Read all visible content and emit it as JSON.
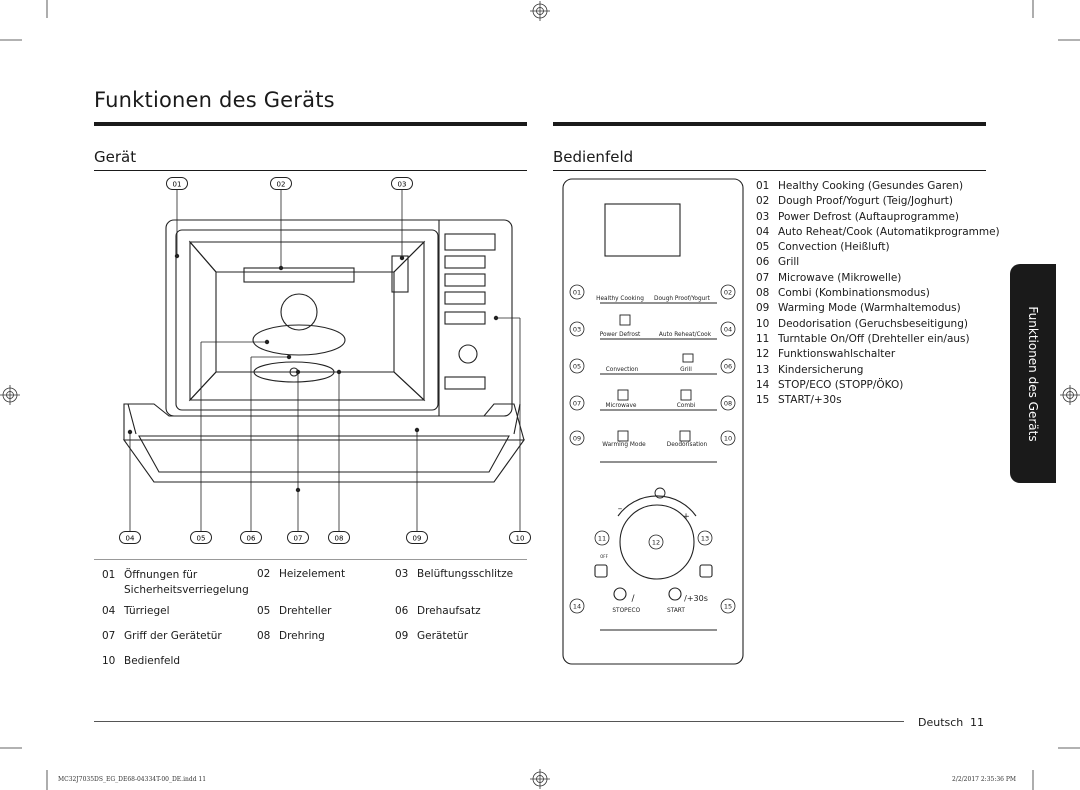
{
  "page_title": "Funktionen des Geräts",
  "device_heading": "Gerät",
  "panel_heading": "Bedienfeld",
  "side_tab_label": "Funktionen des Geräts",
  "device_callouts_top": [
    "01",
    "02",
    "03"
  ],
  "device_callouts_bottom": [
    "04",
    "05",
    "06",
    "07",
    "08",
    "09",
    "10"
  ],
  "device_legend": [
    {
      "num": "01",
      "label": "Öffnungen für",
      "label2": "Sicherheitsverriegelung"
    },
    {
      "num": "02",
      "label": "Heizelement"
    },
    {
      "num": "03",
      "label": "Belüftungsschlitze"
    },
    {
      "num": "04",
      "label": "Türriegel"
    },
    {
      "num": "05",
      "label": "Drehteller"
    },
    {
      "num": "06",
      "label": "Drehaufsatz"
    },
    {
      "num": "07",
      "label": "Griff der Gerätetür"
    },
    {
      "num": "08",
      "label": "Drehring"
    },
    {
      "num": "09",
      "label": "Gerätetür"
    },
    {
      "num": "10",
      "label": "Bedienfeld"
    }
  ],
  "panel_legend": [
    {
      "num": "01",
      "label": "Healthy Cooking (Gesundes Garen)"
    },
    {
      "num": "02",
      "label": "Dough Proof/Yogurt (Teig/Joghurt)"
    },
    {
      "num": "03",
      "label": "Power Defrost (Auftauprogramme)"
    },
    {
      "num": "04",
      "label": "Auto Reheat/Cook (Automatikprogramme)"
    },
    {
      "num": "05",
      "label": "Convection (Heißluft)"
    },
    {
      "num": "06",
      "label": "Grill"
    },
    {
      "num": "07",
      "label": "Microwave (Mikrowelle)"
    },
    {
      "num": "08",
      "label": "Combi (Kombinationsmodus)"
    },
    {
      "num": "09",
      "label": "Warming Mode (Warmhaltemodus)"
    },
    {
      "num": "10",
      "label": "Deodorisation (Geruchsbeseitigung)"
    },
    {
      "num": "11",
      "label": "Turntable On/Off (Drehteller ein/aus)"
    },
    {
      "num": "12",
      "label": "Funktionswahlschalter"
    },
    {
      "num": "13",
      "label": "Kindersicherung"
    },
    {
      "num": "14",
      "label": "STOP/ECO (STOPP/ÖKO)"
    },
    {
      "num": "15",
      "label": "START/+30s"
    }
  ],
  "panel_buttons": {
    "b01": "01",
    "b02": "02",
    "b03": "03",
    "b04": "04",
    "b05": "05",
    "b06": "06",
    "b07": "07",
    "b08": "08",
    "b09": "09",
    "b10": "10",
    "b11": "11",
    "b12": "12",
    "b13": "13",
    "b14": "14",
    "b15": "15",
    "healthy": "Healthy Cooking",
    "dough": "Dough Proof/Yogurt",
    "defrost": "Power Defrost",
    "reheat": "Auto Reheat/Cook",
    "convection": "Convection",
    "grill": "Grill",
    "microwave": "Microwave",
    "combi": "Combi",
    "warming": "Warming Mode",
    "deodor": "Deodorisation",
    "minus": "–",
    "plus": "+",
    "off": "OFF",
    "stop": "STOP",
    "eco": "ECO",
    "start": "START",
    "plus30": "/+30s",
    "slash": "/"
  },
  "footer": {
    "language": "Deutsch",
    "page": "11"
  },
  "print_line_left": "MC32J7035DS_EG_DE68-04334T-00_DE.indd   11",
  "print_line_right": "2/2/2017   2:35:36 PM"
}
